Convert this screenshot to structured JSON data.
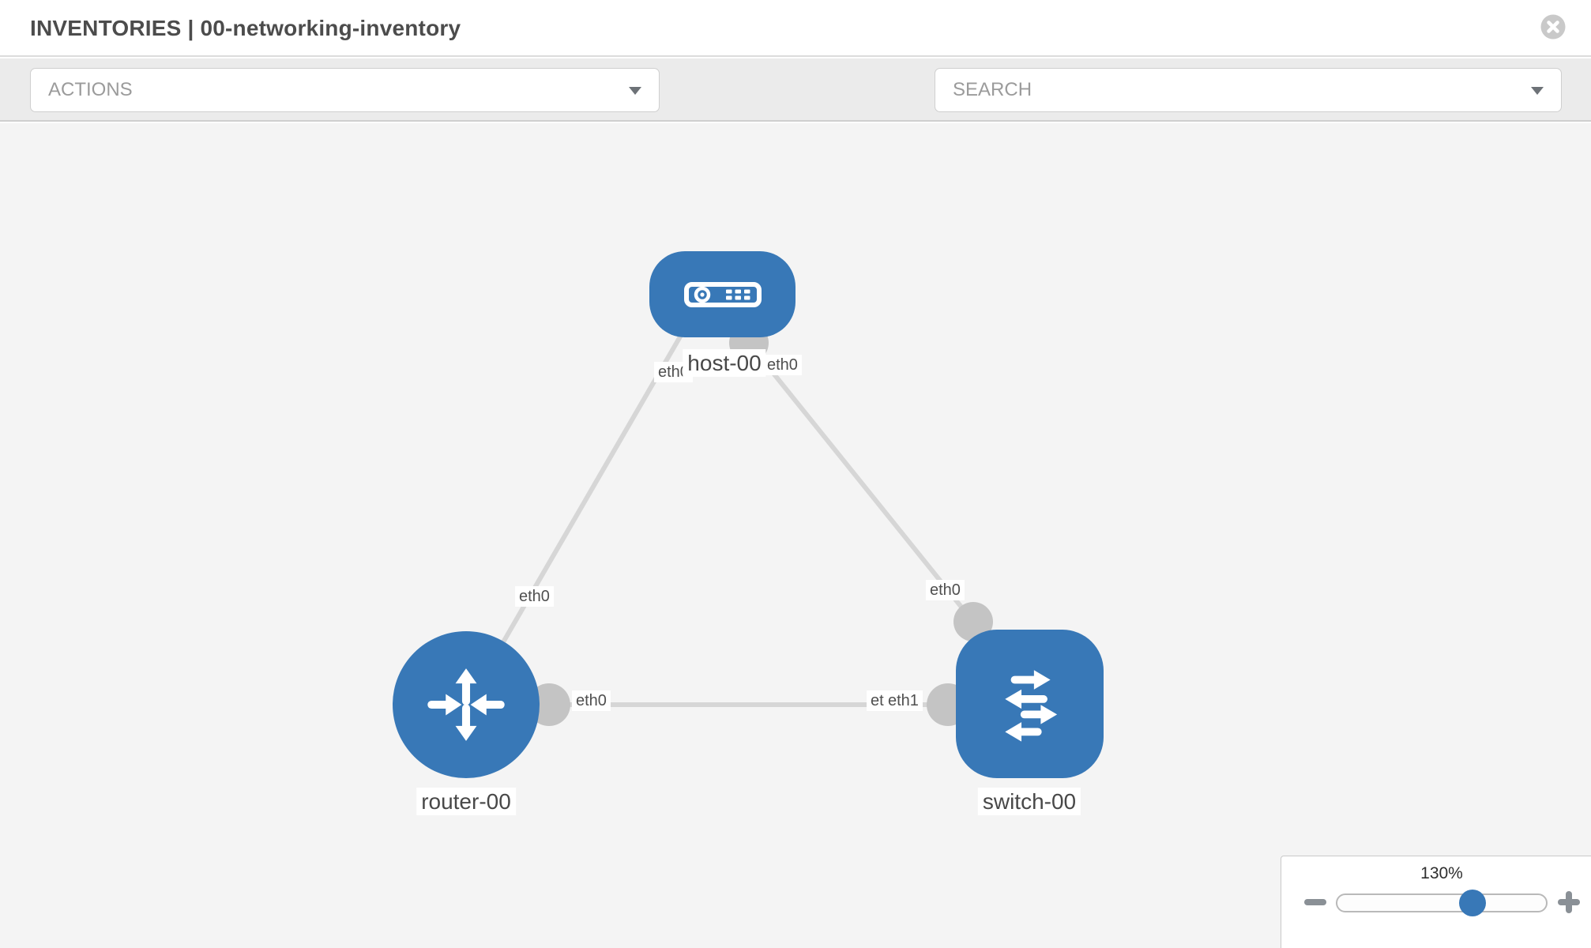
{
  "header": {
    "title": "INVENTORIES | 00-networking-inventory"
  },
  "toolbar": {
    "actions": {
      "label": "ACTIONS"
    },
    "search": {
      "placeholder": "SEARCH"
    },
    "icons": [
      "wrench-icon",
      "key-icon"
    ]
  },
  "canvas": {
    "nodes": [
      {
        "id": "host-00",
        "label": "host-00",
        "type": "host",
        "shape": "rounded-rect",
        "icon": "server-icon"
      },
      {
        "id": "router-00",
        "label": "router-00",
        "type": "router",
        "shape": "circle",
        "icon": "router-arrows-icon"
      },
      {
        "id": "switch-00",
        "label": "switch-00",
        "type": "switch",
        "shape": "rounded-square",
        "icon": "switch-arrows-icon"
      }
    ],
    "links": [
      {
        "from": "router-00",
        "to": "host-00"
      },
      {
        "from": "host-00",
        "to": "switch-00"
      },
      {
        "from": "router-00",
        "to": "switch-00"
      }
    ],
    "interface_labels": [
      {
        "text": "eth0",
        "at": "host-00-left"
      },
      {
        "text": "eth0",
        "at": "host-00-right"
      },
      {
        "text": "eth0",
        "at": "host-router-link-near-router"
      },
      {
        "text": "eth0",
        "at": "host-switch-link-near-switch"
      },
      {
        "text": "eth0",
        "at": "router-switch-link-near-router"
      },
      {
        "text": "eth0",
        "at": "router-switch-link-near-switch-under"
      },
      {
        "text": "eth1",
        "at": "router-switch-link-near-switch"
      }
    ]
  },
  "zoom_control": {
    "level": "130%"
  },
  "theme": {
    "node-blue": "#3878b7",
    "link-gray": "#d6d6d6",
    "dot-gray": "#c4c4c4",
    "canvas-bg": "#f4f4f4",
    "toolbar-bg": "#ebebeb",
    "title-color": "#4c4c4c",
    "muted-text": "#9b9b9b",
    "icon-gray": "#7b8186",
    "label-text": "#4f4f4f"
  }
}
